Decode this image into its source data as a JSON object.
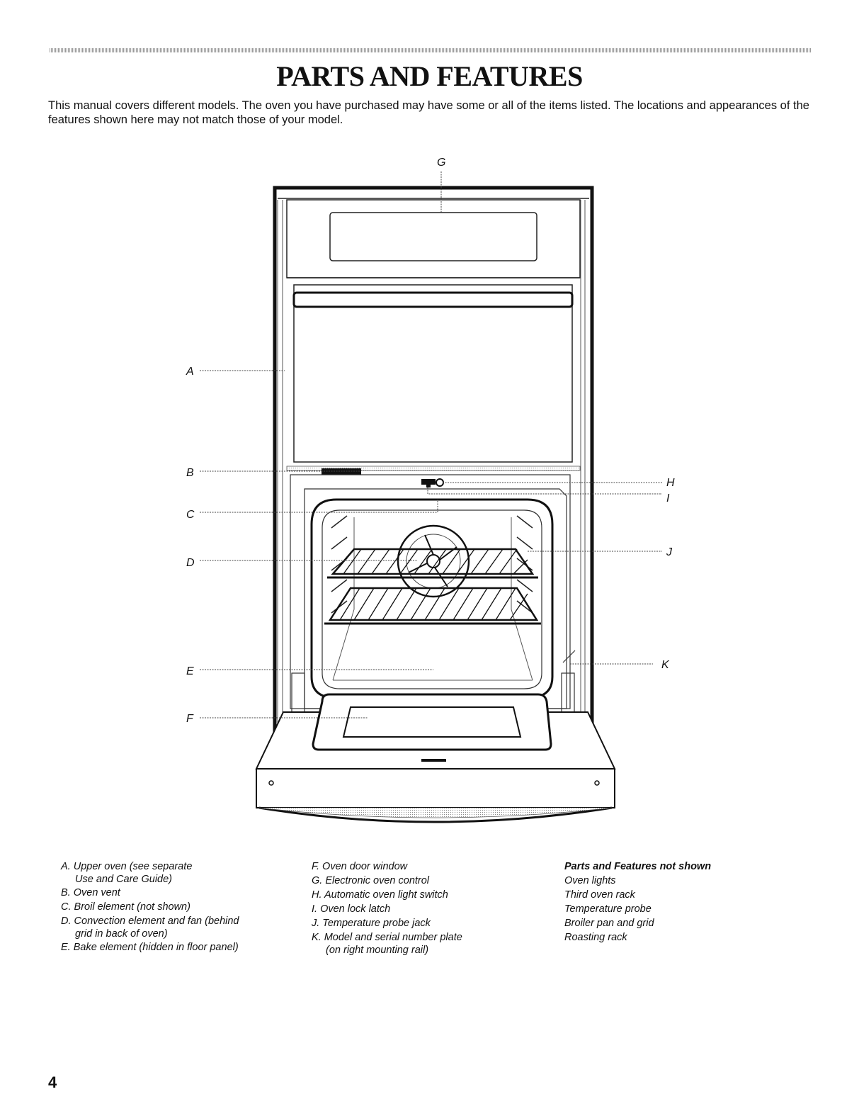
{
  "page": {
    "title": "PARTS AND FEATURES",
    "intro": "This manual covers different models. The oven you have purchased may have some or all of the items listed. The locations and appearances of the features shown here may not match those of your model.",
    "page_number": "4"
  },
  "callouts": {
    "a": "A",
    "b": "B",
    "c": "C",
    "d": "D",
    "e": "E",
    "f": "F",
    "g": "G",
    "h": "H",
    "i": "I",
    "j": "J",
    "k": "K"
  },
  "legend": {
    "col1": [
      {
        "first": "A. Upper oven (see separate",
        "second": "Use and Care Guide)"
      },
      {
        "first": "B. Oven vent"
      },
      {
        "first": "C. Broil element (not shown)"
      },
      {
        "first": "D. Convection element and fan (behind",
        "second": "grid in back of oven)"
      },
      {
        "first": "E. Bake element (hidden in floor panel)"
      }
    ],
    "col2": [
      {
        "first": "F. Oven door window"
      },
      {
        "first": "G. Electronic oven control"
      },
      {
        "first": "H. Automatic oven light switch"
      },
      {
        "first": "I. Oven lock latch"
      },
      {
        "first": "J. Temperature probe jack"
      },
      {
        "first": "K. Model and serial number plate",
        "second": "(on right mounting rail)"
      }
    ],
    "col3": {
      "heading": "Parts and Features not shown",
      "items": [
        "Oven lights",
        "Third oven rack",
        "Temperature probe",
        "Broiler pan and grid",
        "Roasting rack"
      ]
    }
  }
}
